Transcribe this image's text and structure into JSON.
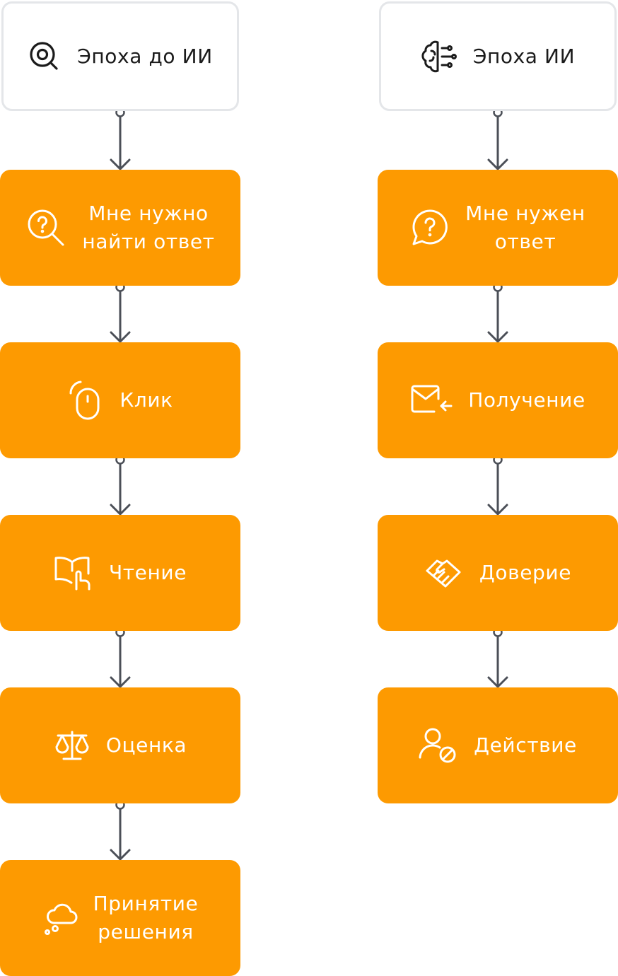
{
  "columns": [
    {
      "header": {
        "label": "Эпоха до ИИ",
        "icon": "search-icon"
      },
      "steps": [
        {
          "label": "Мне нужно\nнайти ответ",
          "icon": "search-question-icon"
        },
        {
          "label": "Клик",
          "icon": "mouse-click-icon"
        },
        {
          "label": "Чтение",
          "icon": "book-reading-icon"
        },
        {
          "label": "Оценка",
          "icon": "scales-icon"
        },
        {
          "label": "Принятие\nрешения",
          "icon": "thought-cloud-icon"
        }
      ]
    },
    {
      "header": {
        "label": "Эпоха ИИ",
        "icon": "ai-brain-icon"
      },
      "steps": [
        {
          "label": "Мне нужен\nответ",
          "icon": "question-bubble-icon"
        },
        {
          "label": "Получение",
          "icon": "mail-receive-icon"
        },
        {
          "label": "Доверие",
          "icon": "handshake-icon"
        },
        {
          "label": "Действие",
          "icon": "user-action-icon"
        }
      ]
    }
  ],
  "colors": {
    "step_fill": "#fd9a01",
    "step_text": "#ffffff",
    "header_border": "#e4e6e9",
    "header_text": "#1b1b1b",
    "connector": "#4b4f57"
  }
}
